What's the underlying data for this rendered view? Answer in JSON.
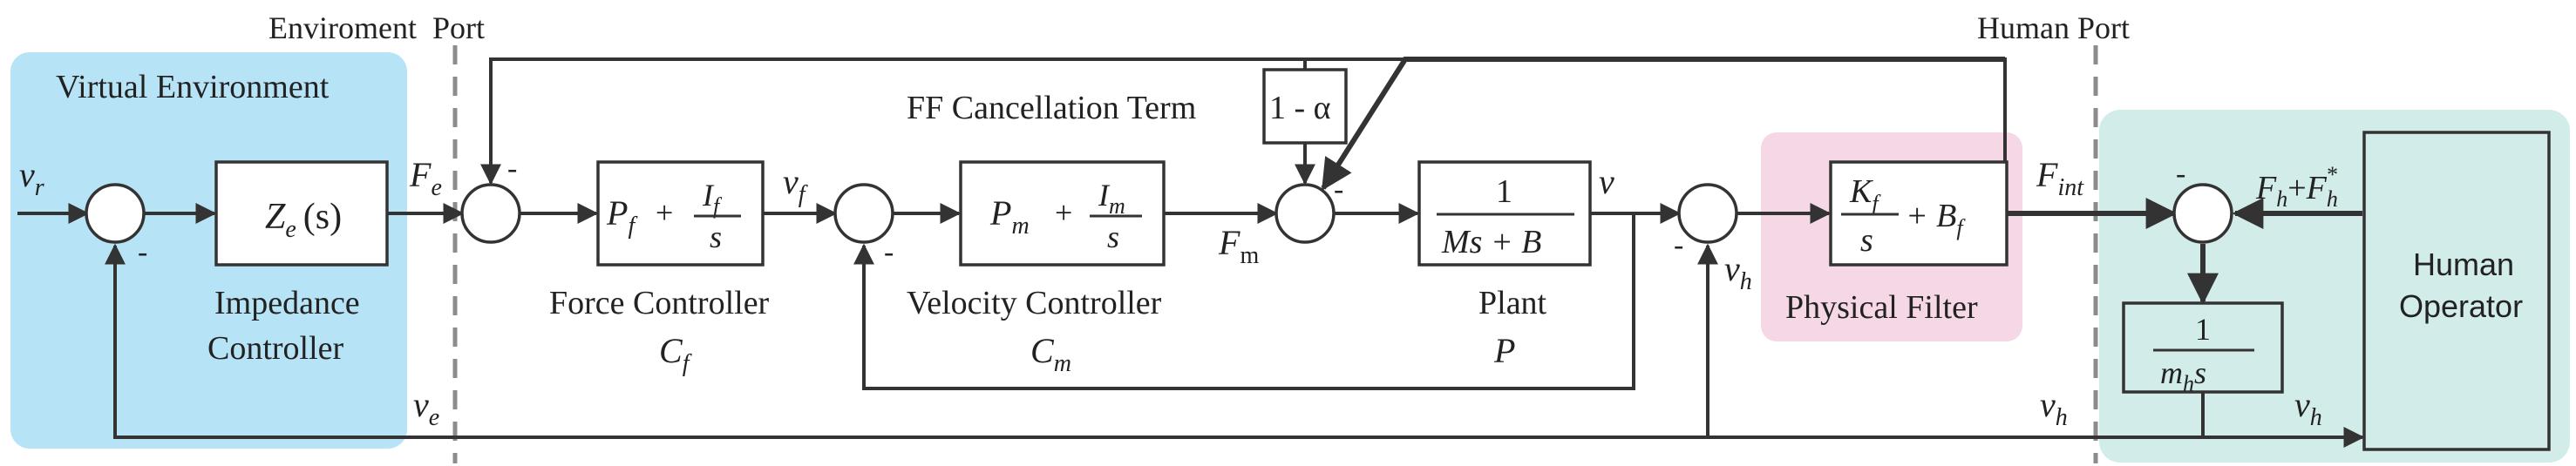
{
  "colors": {
    "virtual_env_bg": "#b7e3f6",
    "physical_filter_bg": "#f6d7e6",
    "human_region_bg": "#d2ece9",
    "line": "#333333",
    "port_line": "#8c8c8c"
  },
  "ports": {
    "environment": "Enviroment  Port",
    "human": "Human Port"
  },
  "regions": {
    "virtual_environment": "Virtual Environment",
    "physical_filter": "Physical Filter"
  },
  "blocks": {
    "impedance": {
      "tf": "Z",
      "tf_sub": "e",
      "tf_arg": "(s)",
      "caption1": "Impedance",
      "caption2": "Controller"
    },
    "force_controller": {
      "lead": "P",
      "lead_sub": "f",
      "plus": "+",
      "num": "I",
      "num_sub": "f",
      "den": "s",
      "caption": "Force Controller",
      "symbol": "C",
      "symbol_sub": "f"
    },
    "velocity_controller": {
      "lead": "P",
      "lead_sub": "m",
      "plus": "+",
      "num": "I",
      "num_sub": "m",
      "den": "s",
      "caption": "Velocity Controller",
      "symbol": "C",
      "symbol_sub": "m"
    },
    "ff_cancellation": {
      "caption": "FF Cancellation Term",
      "tf": "1 - α"
    },
    "plant": {
      "num": "1",
      "den": "Ms + B",
      "caption": "Plant",
      "symbol": "P"
    },
    "physical_filter": {
      "num": "K",
      "num_sub": "f",
      "den": "s",
      "tail": "+ B",
      "tail_sub": "f"
    },
    "human_mass": {
      "num": "1",
      "den_a": "m",
      "den_sub": "h",
      "den_b": "s"
    },
    "human_operator": {
      "line1": "Human",
      "line2": "Operator"
    }
  },
  "signals": {
    "v_r": {
      "main": "v",
      "sub": "r"
    },
    "F_e": {
      "main": "F",
      "sub": "e"
    },
    "v_f": {
      "main": "v",
      "sub": "f"
    },
    "F_m": {
      "main": "F",
      "sub": "m"
    },
    "v": {
      "main": "v"
    },
    "v_h_mid": {
      "main": "v",
      "sub": "h"
    },
    "F_int": {
      "main": "F",
      "sub": "int"
    },
    "F_h": {
      "main": "F",
      "sub": "h",
      "plus": "+",
      "main2": "F",
      "sub2": "h",
      "sup2": "*"
    },
    "v_e": {
      "main": "v",
      "sub": "e"
    },
    "v_h_bottom": {
      "main": "v",
      "sub": "h"
    },
    "v_h_right": {
      "main": "v",
      "sub": "h"
    }
  },
  "signs": {
    "minus": "-"
  }
}
